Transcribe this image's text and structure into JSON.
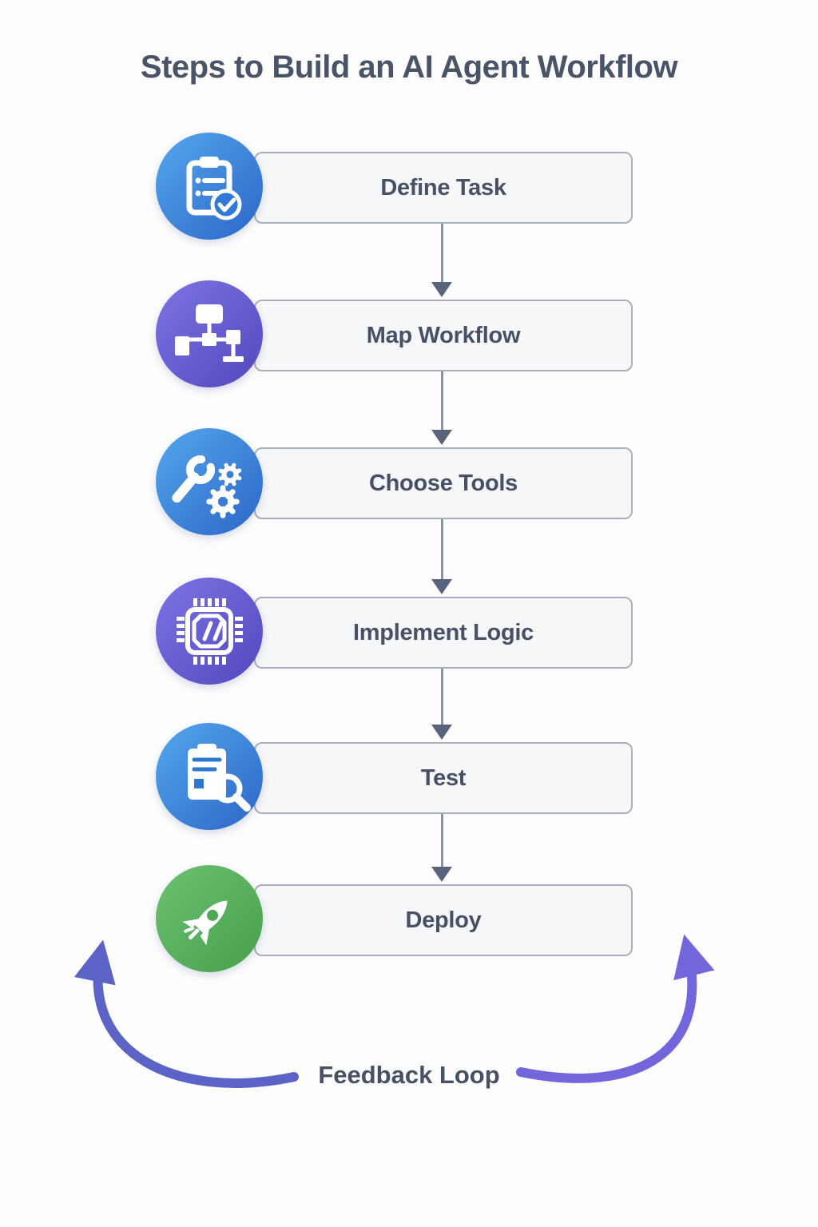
{
  "title": "Steps to Build an AI Agent Workflow",
  "steps": [
    {
      "label": "Define Task",
      "icon": "clipboard-check-icon",
      "theme": "blue"
    },
    {
      "label": "Map Workflow",
      "icon": "flowchart-icon",
      "theme": "purple"
    },
    {
      "label": "Choose Tools",
      "icon": "wrench-gears-icon",
      "theme": "blue"
    },
    {
      "label": "Implement Logic",
      "icon": "chip-code-icon",
      "theme": "purple"
    },
    {
      "label": "Test",
      "icon": "clipboard-magnifier-icon",
      "theme": "blue"
    },
    {
      "label": "Deploy",
      "icon": "rocket-icon",
      "theme": "green"
    }
  ],
  "feedback": {
    "label": "Feedback Loop"
  },
  "colors": {
    "background": "#fdfdfe",
    "title_text": "#4a5468",
    "step_text": "#475065",
    "box_bg": "#f6f7f8",
    "box_border": "#a9aeb9",
    "connector_line": "#8a92a2",
    "connector_arrow": "#59637b",
    "badge_blue_from": "#55a7ec",
    "badge_blue_to": "#2b66c8",
    "badge_purple_from": "#7d74e4",
    "badge_purple_to": "#5348be",
    "badge_green_from": "#6cc271",
    "badge_green_to": "#479e4d",
    "feedback_arrow_left": "#5c63c6",
    "feedback_arrow_right": "#7366dc"
  }
}
